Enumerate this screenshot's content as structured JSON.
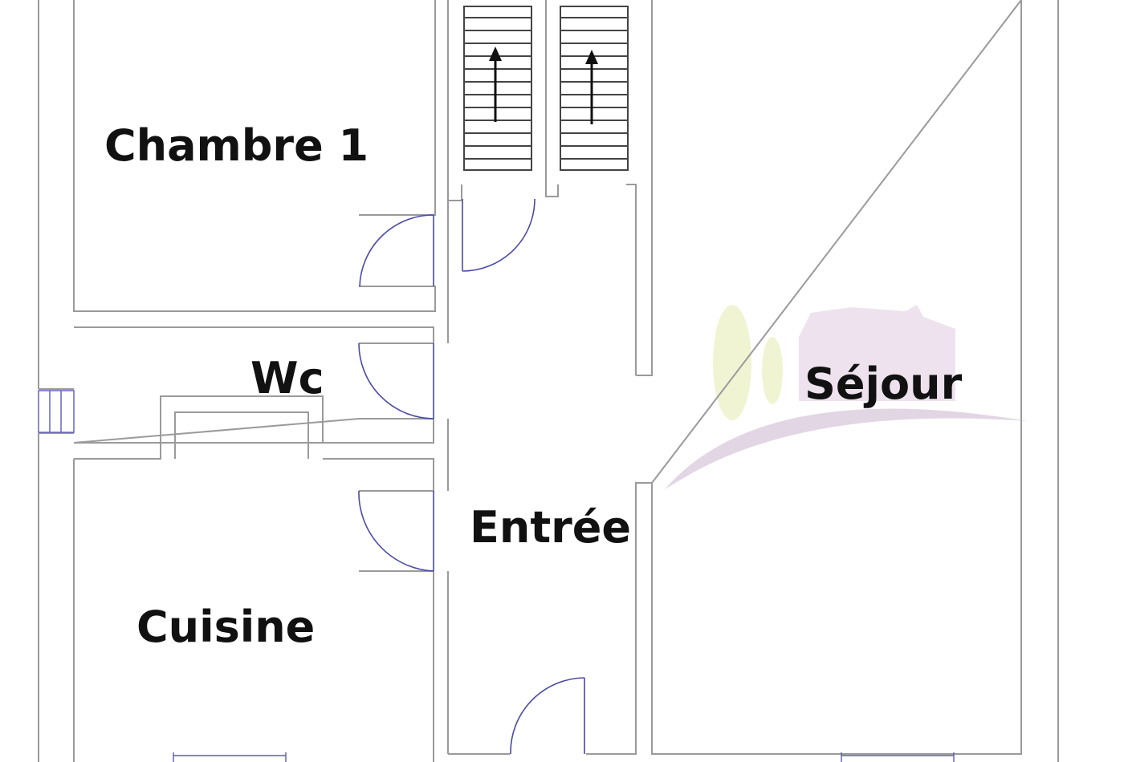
{
  "rooms": {
    "chambre": "Chambre 1",
    "wc": "Wc",
    "cuisine": "Cuisine",
    "entree": "Entrée",
    "sejour": "Séjour"
  },
  "colors": {
    "wall": "#9a9a9a",
    "door": "#4a4aa8",
    "watermark_green": "#e8edb8",
    "watermark_purple": "#b898b8"
  }
}
